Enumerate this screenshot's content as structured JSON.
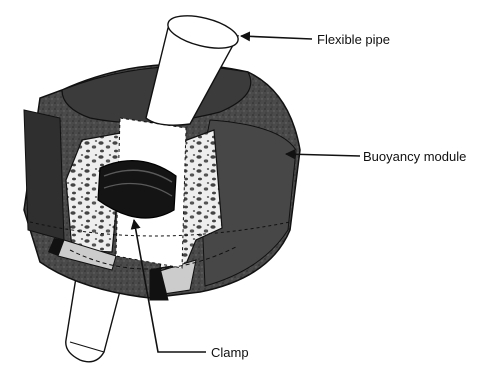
{
  "labels": {
    "flexible_pipe": "Flexible pipe",
    "buoyancy_module": "Buoyancy module",
    "clamp": "Clamp"
  },
  "colors": {
    "background": "#ffffff",
    "outline": "#111111",
    "module_dark": "#3f3f3f",
    "module_mid": "#5a5a5a",
    "foam": "#e9e9e9",
    "clamp": "#141414",
    "pipe": "#ffffff"
  }
}
